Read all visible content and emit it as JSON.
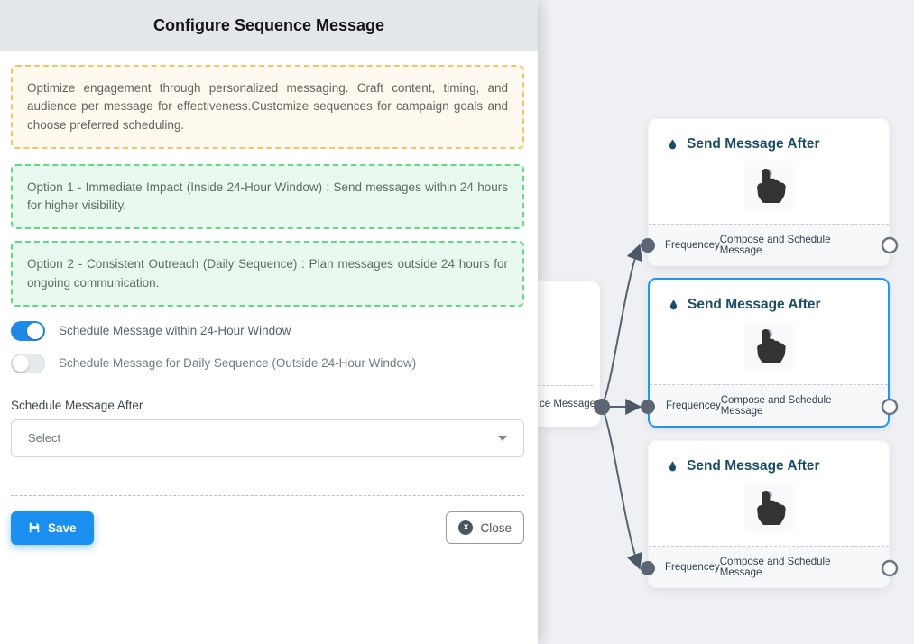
{
  "dialog": {
    "title": "Configure Sequence Message",
    "intro": "Optimize engagement through personalized messaging. Craft content, timing, and audience per message for effectiveness.Customize sequences for campaign goals and choose preferred scheduling.",
    "option1": "Option 1 - Immediate Impact (Inside 24-Hour Window) : Send messages within 24 hours for higher visibility.",
    "option2": "Option 2 - Consistent Outreach (Daily Sequence) : Plan messages outside 24 hours for ongoing communication.",
    "toggles": [
      {
        "label": "Schedule Message within 24-Hour Window",
        "state": "on"
      },
      {
        "label": "Schedule Message for Daily Sequence (Outside 24-Hour Window)",
        "state": "off"
      }
    ],
    "schedule_after": {
      "label": "Schedule Message After",
      "value": "Select"
    },
    "buttons": {
      "save": "Save",
      "close": "Close",
      "close_x": "x"
    }
  },
  "flow": {
    "truncated_node_label": "ce Message",
    "cards": [
      {
        "title": "Send Message After",
        "footer_left": "Frequencey",
        "footer_right": "Compose and Schedule Message",
        "selected": false
      },
      {
        "title": "Send Message After",
        "footer_left": "Frequencey",
        "footer_right": "Compose and Schedule Message",
        "selected": true
      },
      {
        "title": "Send Message After",
        "footer_left": "Frequencey",
        "footer_right": "Compose and Schedule Message",
        "selected": false
      }
    ],
    "icons": {
      "card_title_icon": "droplet-icon",
      "card_body_icon": "hand-pointer-icon"
    },
    "colors": {
      "selected_card_border": "#2196f3",
      "edge": "#59636f",
      "handle_fill": "#5b6574",
      "title_navy": "#1d4d66",
      "accent_blue": "#1a8ff0",
      "toggle_on": "#2088e8"
    }
  }
}
